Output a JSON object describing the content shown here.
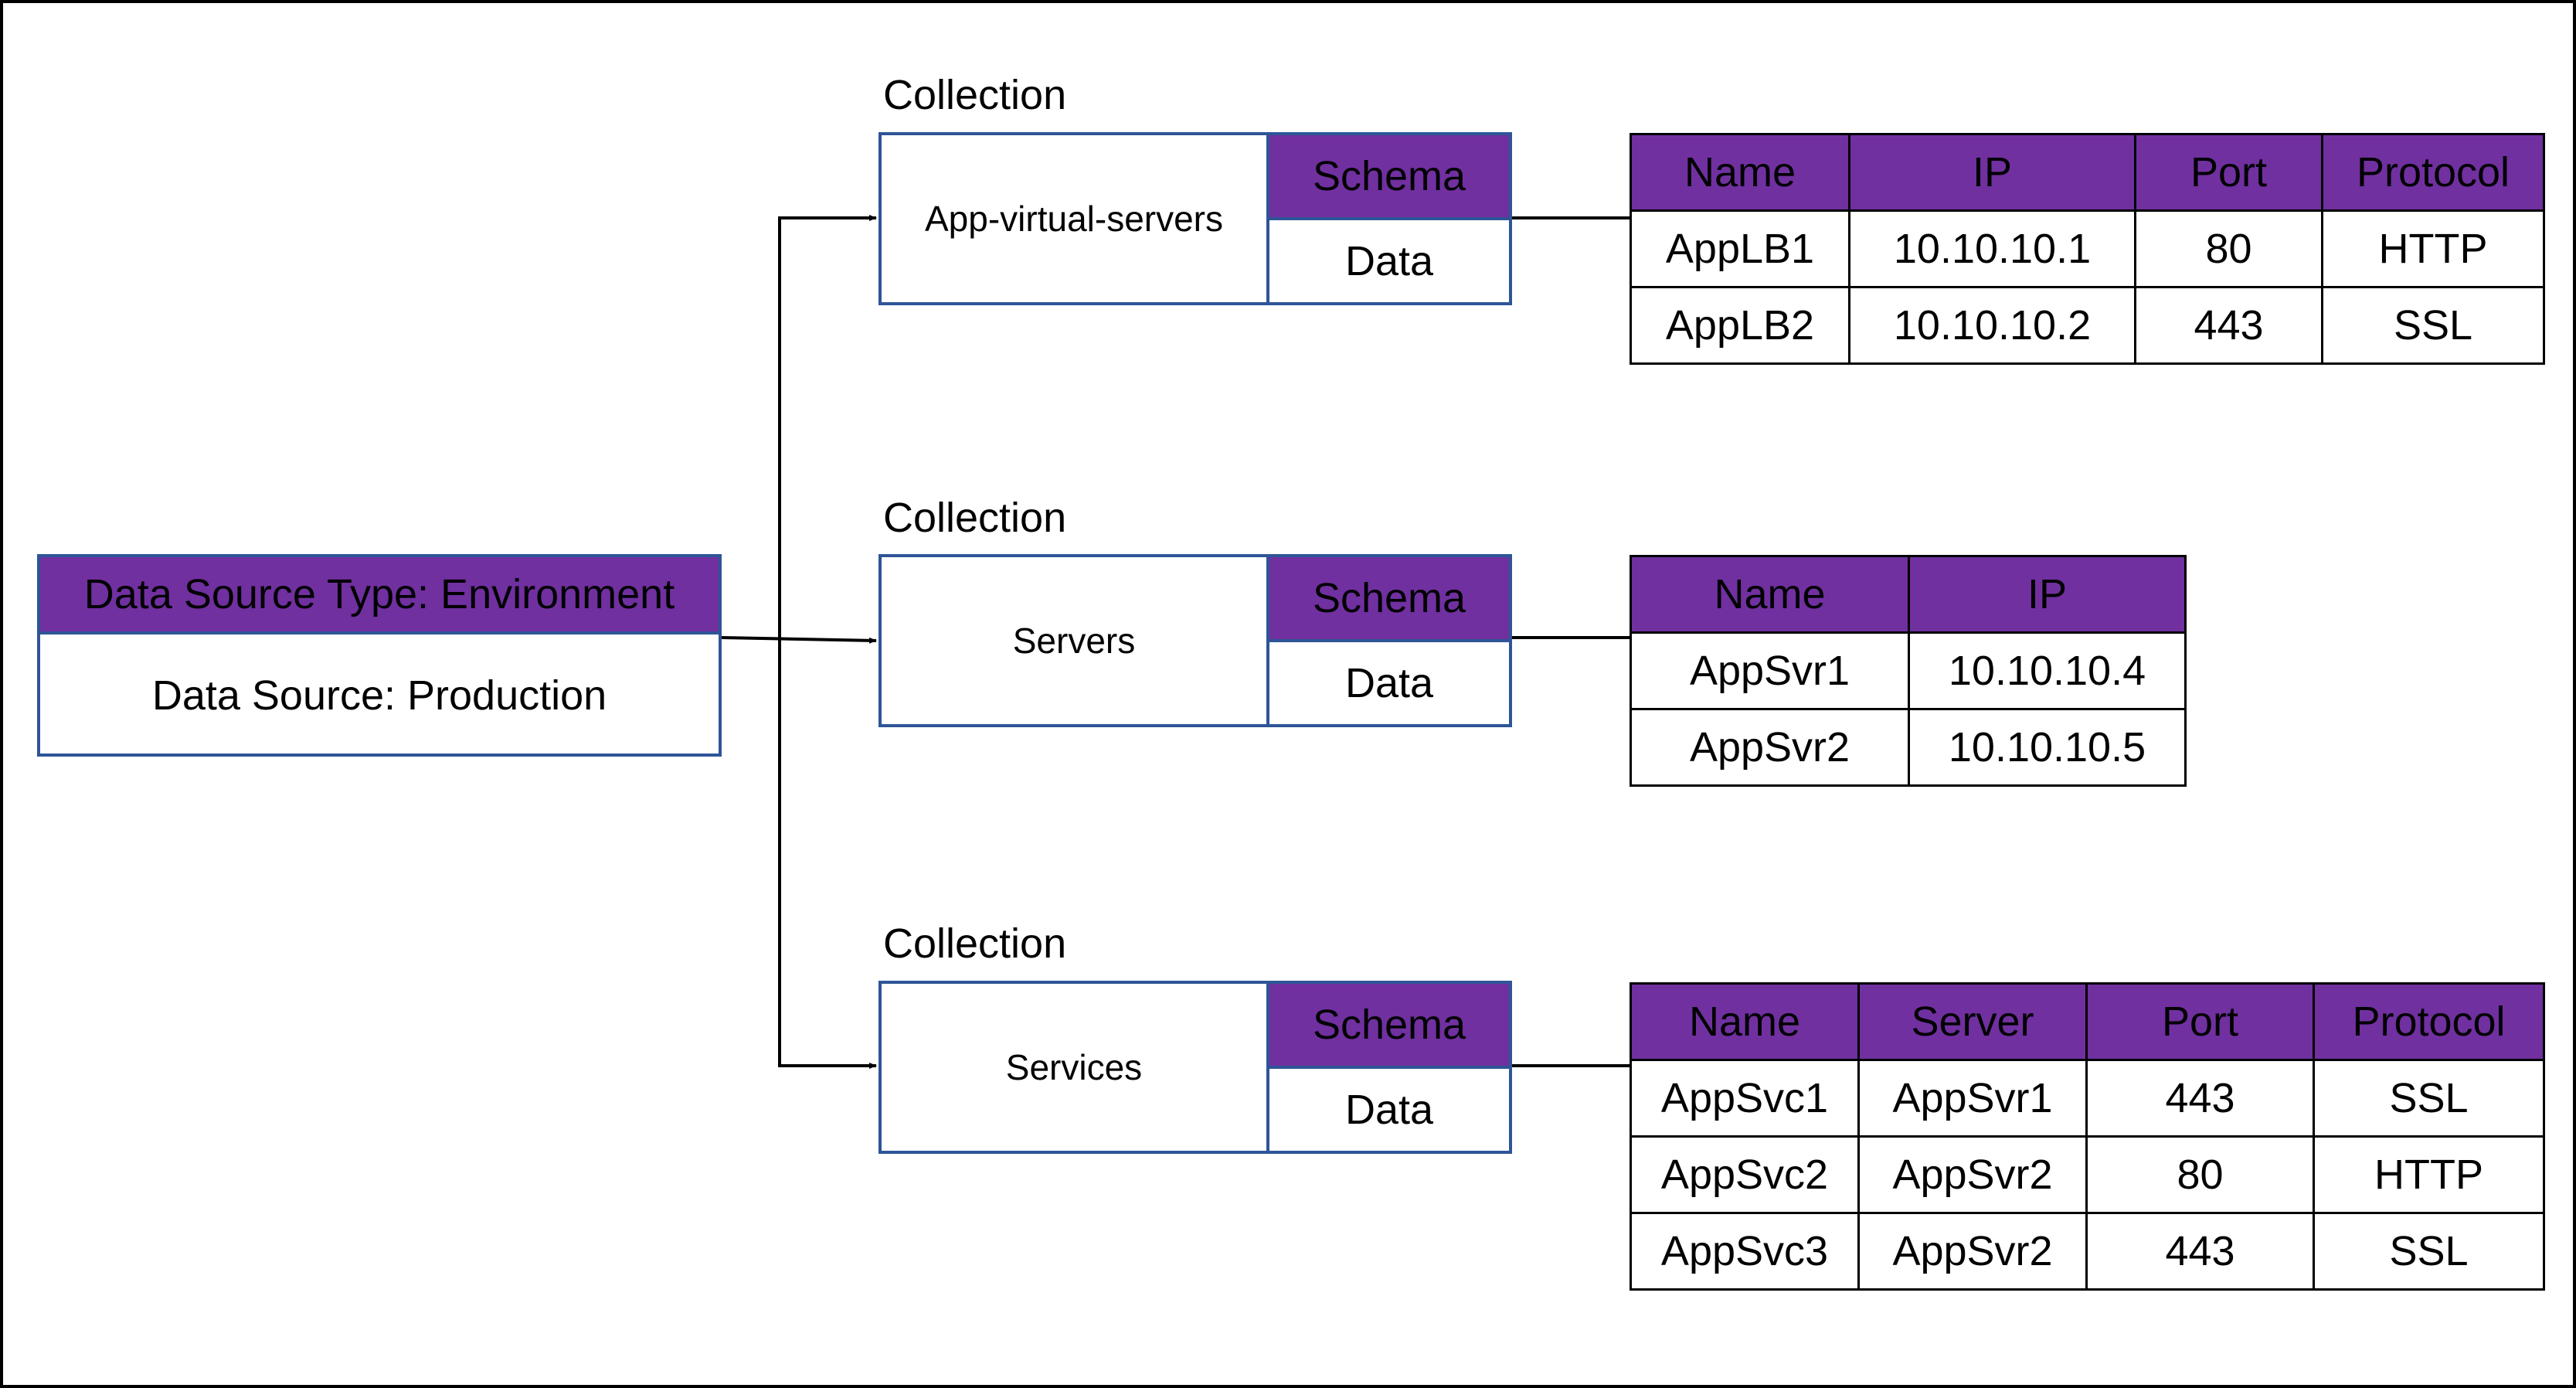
{
  "source": {
    "type_label": "Data Source Type: Environment",
    "name_label": "Data Source: Production"
  },
  "collections": [
    {
      "caption": "Collection",
      "name": "App-virtual-servers",
      "schema_label": "Schema",
      "data_label": "Data",
      "table": {
        "headers": [
          "Name",
          "IP",
          "Port",
          "Protocol"
        ],
        "rows": [
          [
            "AppLB1",
            "10.10.10.1",
            "80",
            "HTTP"
          ],
          [
            "AppLB2",
            "10.10.10.2",
            "443",
            "SSL"
          ]
        ]
      }
    },
    {
      "caption": "Collection",
      "name": "Servers",
      "schema_label": "Schema",
      "data_label": "Data",
      "table": {
        "headers": [
          "Name",
          "IP"
        ],
        "rows": [
          [
            "AppSvr1",
            "10.10.10.4"
          ],
          [
            "AppSvr2",
            "10.10.10.5"
          ]
        ]
      }
    },
    {
      "caption": "Collection",
      "name": "Services",
      "schema_label": "Schema",
      "data_label": "Data",
      "table": {
        "headers": [
          "Name",
          "Server",
          "Port",
          "Protocol"
        ],
        "rows": [
          [
            "AppSvc1",
            "AppSvr1",
            "443",
            "SSL"
          ],
          [
            "AppSvc2",
            "AppSvr2",
            "80",
            "HTTP"
          ],
          [
            "AppSvc3",
            "AppSvr2",
            "443",
            "SSL"
          ]
        ]
      }
    }
  ],
  "colors": {
    "header_fill": "#7030a0",
    "box_border": "#2e5597",
    "line": "#000000"
  }
}
